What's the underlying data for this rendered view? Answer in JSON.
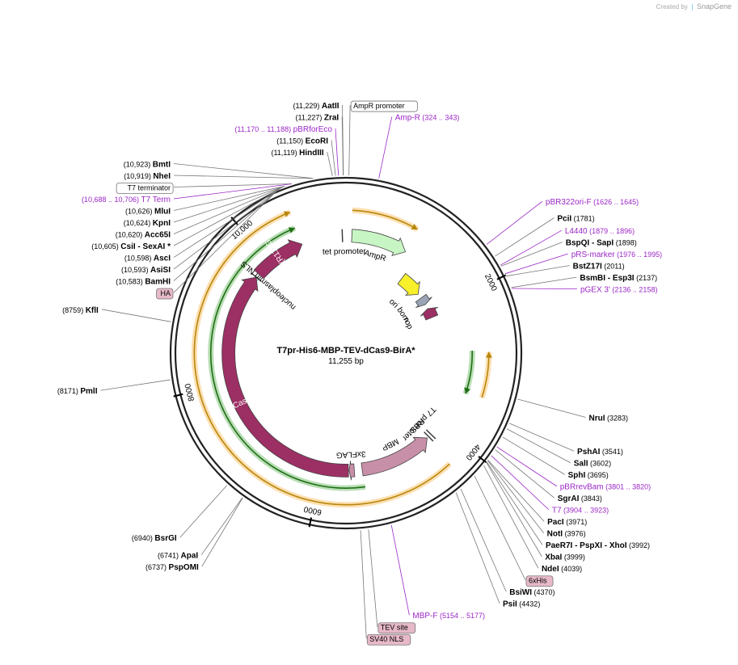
{
  "credit": {
    "prefix": "Created by",
    "brand": "SnapGene"
  },
  "plasmid": {
    "name": "T7pr-His6-MBP-TEV-dCas9-BirA*",
    "length": "11,255 bp",
    "bp": 11255
  },
  "ticks": [
    {
      "label": "2000",
      "bp": 2000
    },
    {
      "label": "4000",
      "bp": 4000
    },
    {
      "label": "6000",
      "bp": 6000
    },
    {
      "label": "8000",
      "bp": 8000
    },
    {
      "label": "10,000",
      "bp": 10000
    }
  ],
  "sites": [
    {
      "name": "AatII",
      "pos": "(11,229)",
      "bp": 11229
    },
    {
      "name": "ZraI",
      "pos": "(11,227)",
      "bp": 11227
    },
    {
      "name": "pBRforEco",
      "pos": "(11,170 .. 11,188)",
      "bp": 11179,
      "purple": true
    },
    {
      "name": "EcoRI",
      "pos": "(11,150)",
      "bp": 11150
    },
    {
      "name": "HindIII",
      "pos": "(11,119)",
      "bp": 11119
    },
    {
      "name": "BmtI",
      "pos": "(10,923)",
      "bp": 10923
    },
    {
      "name": "NheI",
      "pos": "(10,919)",
      "bp": 10919
    },
    {
      "name": "T7 terminator",
      "pos": "",
      "bp": 10700,
      "boxed": true
    },
    {
      "name": "T7 Term",
      "pos": "(10,688 .. 10,706)",
      "bp": 10697,
      "purple": true
    },
    {
      "name": "MluI",
      "pos": "(10,626)",
      "bp": 10626
    },
    {
      "name": "KpnI",
      "pos": "(10,624)",
      "bp": 10624
    },
    {
      "name": "Acc65I",
      "pos": "(10,620)",
      "bp": 10620
    },
    {
      "name": "CsiI  - SexAI *",
      "pos": "(10,605)",
      "bp": 10605
    },
    {
      "name": "AscI",
      "pos": "(10,598)",
      "bp": 10598
    },
    {
      "name": "AsiSI",
      "pos": "(10,593)",
      "bp": 10593
    },
    {
      "name": "BamHI",
      "pos": "(10,583)",
      "bp": 10583
    },
    {
      "name": "HA",
      "pos": "",
      "bp": 10570,
      "pink": true
    },
    {
      "name": "KflI",
      "pos": "(8759)",
      "bp": 8759
    },
    {
      "name": "PmlI",
      "pos": "(8171)",
      "bp": 8171
    },
    {
      "name": "BsrGI",
      "pos": "(6940)",
      "bp": 6940
    },
    {
      "name": "ApaI",
      "pos": "(6741)",
      "bp": 6741
    },
    {
      "name": "PspOMI",
      "pos": "(6737)",
      "bp": 6737
    },
    {
      "name": "SV40 NLS",
      "pos": "",
      "bp": 5480,
      "pink": true
    },
    {
      "name": "TEV site",
      "pos": "",
      "bp": 5400,
      "pink": true
    },
    {
      "name": "MBP-F",
      "pos": "(5154 .. 5177)",
      "bp": 5165,
      "purple": true
    },
    {
      "name": "PsiI",
      "pos": "(4432)",
      "bp": 4432
    },
    {
      "name": "BsiWI",
      "pos": "(4370)",
      "bp": 4370
    },
    {
      "name": "6xHis",
      "pos": "",
      "bp": 4180,
      "pink": true
    },
    {
      "name": "NdeI",
      "pos": "(4039)",
      "bp": 4039
    },
    {
      "name": "XbaI",
      "pos": "(3999)",
      "bp": 3999
    },
    {
      "name": "PaeR7I  - PspXI  - XhoI",
      "pos": "(3992)",
      "bp": 3992
    },
    {
      "name": "NotI",
      "pos": "(3976)",
      "bp": 3976
    },
    {
      "name": "PacI",
      "pos": "(3971)",
      "bp": 3971
    },
    {
      "name": "T7",
      "pos": "(3904 .. 3923)",
      "bp": 3914,
      "purple": true
    },
    {
      "name": "SgrAI",
      "pos": "(3843)",
      "bp": 3843
    },
    {
      "name": "pBRrevBam",
      "pos": "(3801 .. 3820)",
      "bp": 3810,
      "purple": true
    },
    {
      "name": "SphI",
      "pos": "(3695)",
      "bp": 3695
    },
    {
      "name": "SalI",
      "pos": "(3602)",
      "bp": 3602
    },
    {
      "name": "PshAI",
      "pos": "(3541)",
      "bp": 3541
    },
    {
      "name": "NruI",
      "pos": "(3283)",
      "bp": 3283
    },
    {
      "name": "BsmBI  - Esp3I",
      "pos": "(2137)",
      "bp": 2137
    },
    {
      "name": "pGEX 3'",
      "pos": "(2136 .. 2158)",
      "bp": 2147,
      "purple": true
    },
    {
      "name": "BstZ17I",
      "pos": "(2011)",
      "bp": 2011
    },
    {
      "name": "pRS-marker",
      "pos": "(1976 .. 1995)",
      "bp": 1985,
      "purple": true
    },
    {
      "name": "BspQI  - SapI",
      "pos": "(1898)",
      "bp": 1898
    },
    {
      "name": "L4440",
      "pos": "(1879 .. 1896)",
      "bp": 1887,
      "purple": true
    },
    {
      "name": "PciI",
      "pos": "(1781)",
      "bp": 1781
    },
    {
      "name": "pBR322ori-F",
      "pos": "(1626 .. 1645)",
      "bp": 1635,
      "purple": true
    },
    {
      "name": "Amp-R",
      "pos": "(324 .. 343)",
      "bp": 333,
      "purple": true
    },
    {
      "name": "AmpR promoter",
      "pos": "",
      "bp": 30,
      "boxed": true
    }
  ],
  "features": [
    {
      "name": "tet promoter",
      "start": 11200,
      "end": 11250,
      "ring": 0.67,
      "color": "#ffffff"
    },
    {
      "name": "AmpR",
      "start": 90,
      "end": 950,
      "ring": 0.67,
      "color": "#c8f5c4"
    },
    {
      "name": "ori",
      "start": 1150,
      "end": 1590,
      "ring": 0.53,
      "color": "#f7f02a"
    },
    {
      "name": "bom",
      "start": 1680,
      "end": 1830,
      "ring": 0.53,
      "color": "#9aa4b4"
    },
    {
      "name": "rop",
      "start": 1920,
      "end": 2110,
      "ring": 0.53,
      "color": "#9c2f63",
      "reverse": true
    },
    {
      "name": "T7 promoter",
      "start": 4180,
      "end": 4200,
      "ring": 0.67,
      "color": "#ffffff"
    },
    {
      "name": "RBS",
      "start": 4230,
      "end": 4250,
      "ring": 0.67,
      "color": "#ffffff"
    },
    {
      "name": "MBP",
      "start": 4260,
      "end": 5380,
      "ring": 0.67,
      "color": "#c890a8",
      "reverse": true
    },
    {
      "name": "3xFLAG",
      "start": 5500,
      "end": 5580,
      "ring": 0.67,
      "color": "#c890a8"
    },
    {
      "name": "dCas9",
      "start": 5590,
      "end": 9700,
      "ring": 0.67,
      "color": "#9c2f63"
    },
    {
      "name": "nucleoplasmin NLS",
      "start": 9700,
      "end": 9760,
      "ring": 0.67,
      "color": "#9c2f63"
    },
    {
      "name": "BirA(R118G)",
      "start": 9760,
      "end": 10570,
      "ring": 0.67,
      "color": "#9c2f63"
    }
  ],
  "orfs": [
    {
      "start": 80,
      "end": 940,
      "ring": 0.815,
      "color": "#f5a623",
      "reverse": false
    },
    {
      "start": 2800,
      "end": 3380,
      "ring": 0.815,
      "color": "#f5a623",
      "reverse": true
    },
    {
      "start": 4280,
      "end": 10580,
      "ring": 0.865,
      "color": "#f5a623",
      "reverse": false
    },
    {
      "start": 2780,
      "end": 3400,
      "ring": 0.72,
      "color": "#36a02a",
      "reverse": false
    },
    {
      "start": 5370,
      "end": 10560,
      "ring": 0.77,
      "color": "#36a02a",
      "reverse": false
    }
  ]
}
